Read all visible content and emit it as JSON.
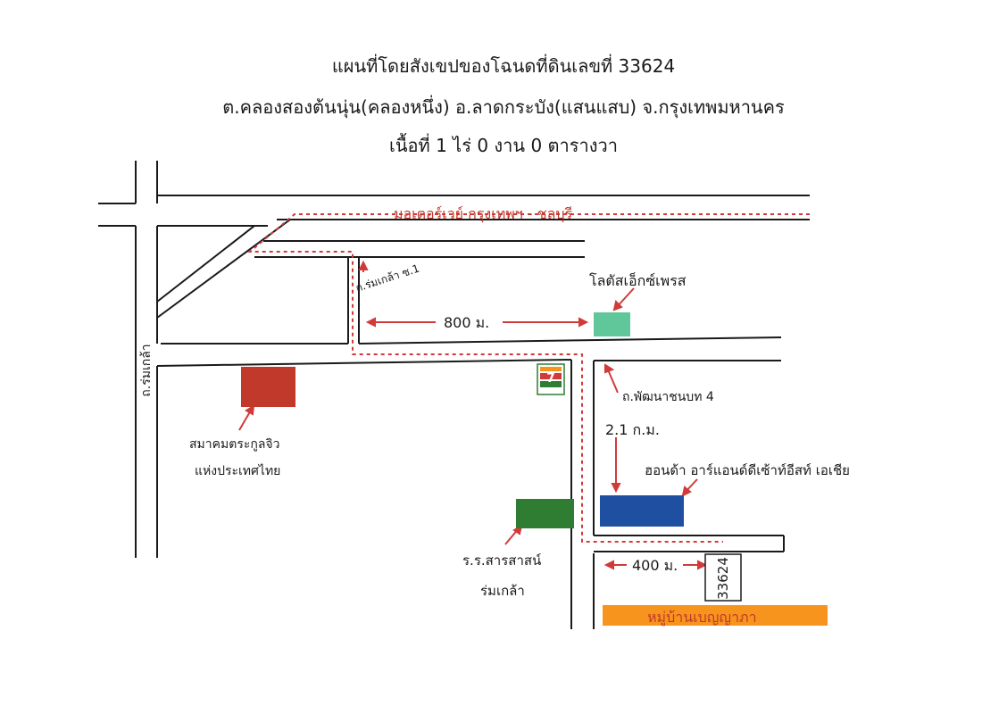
{
  "header": {
    "line1": "แผนที่โดยสังเขปของโฉนดที่ดินเลขที่ 33624",
    "line2": "ต.คลองสองต้นนุ่น(คลองหนึ่ง) อ.ลาดกระบัง(แสนแสบ) จ.กรุงเทพมหานคร",
    "line3": "เนื้อที่ 1 ไร่ 0 งาน 0 ตารางวา"
  },
  "roads": {
    "motorway": "มอเตอร์เวย์ กรุงเทพฯ - ชลบุรี",
    "romklao": "ถ.ร่มเกล้า",
    "romklao_soi1": "ถ.ร่มเกล้า ซ.1",
    "phatthana": "ถ.พัฒนาชนบท 4"
  },
  "distances": {
    "d800": "800 ม.",
    "d21": "2.1 ก.ม.",
    "d400": "400 ม."
  },
  "landmarks": {
    "lotus": "โลตัสเอ็กซ์เพรส",
    "association_line1": "สมาคมตระกูลจิว",
    "association_line2": "แห่งประเทศไทย",
    "school_line1": "ร.ร.สารสาสน์",
    "school_line2": "ร่มเกล้า",
    "honda": "ฮอนด้า อาร์แอนด์ดีเซ้าท์อีสท์ เอเชีย",
    "village": "หมู่บ้านเบญญาภา",
    "plot": "33624"
  },
  "colors": {
    "road_line": "#1a1a1a",
    "route_dash": "#d23a3a",
    "label_red": "#c0392b",
    "lotus_box": "#5fc79a",
    "association_box": "#c0392b",
    "school_box": "#2e7d32",
    "honda_box": "#1f4fa0",
    "village_box": "#f7941d"
  },
  "icons": {
    "convenience_store": "seven-eleven-logo-icon"
  }
}
